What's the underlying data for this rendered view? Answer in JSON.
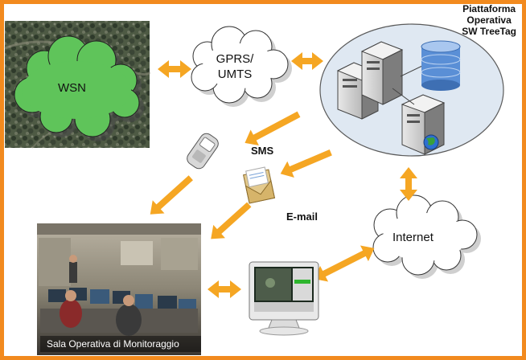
{
  "platform": {
    "lines": [
      "Piattaforma",
      "Operativa",
      "SW TreeTag"
    ]
  },
  "wsn": {
    "label": "WSN"
  },
  "gprs": {
    "lines": [
      "GPRS/",
      "UMTS"
    ]
  },
  "internet": {
    "label": "Internet"
  },
  "sms": {
    "label": "SMS"
  },
  "email": {
    "label": "E-mail"
  },
  "control_room": {
    "caption": "Sala Operativa di Monitoraggio"
  },
  "colors": {
    "border": "#f28a1e",
    "arrow": "#f5a623",
    "wsn_cloud": "#5fc45a",
    "ellipse_fill": "#dfe8f2",
    "db": "#5a8fd6"
  },
  "icons": [
    "satellite-image",
    "server-icon",
    "database-icon",
    "globe-icon",
    "phone-icon",
    "envelope-icon",
    "monitor-icon",
    "control-room-photo"
  ]
}
